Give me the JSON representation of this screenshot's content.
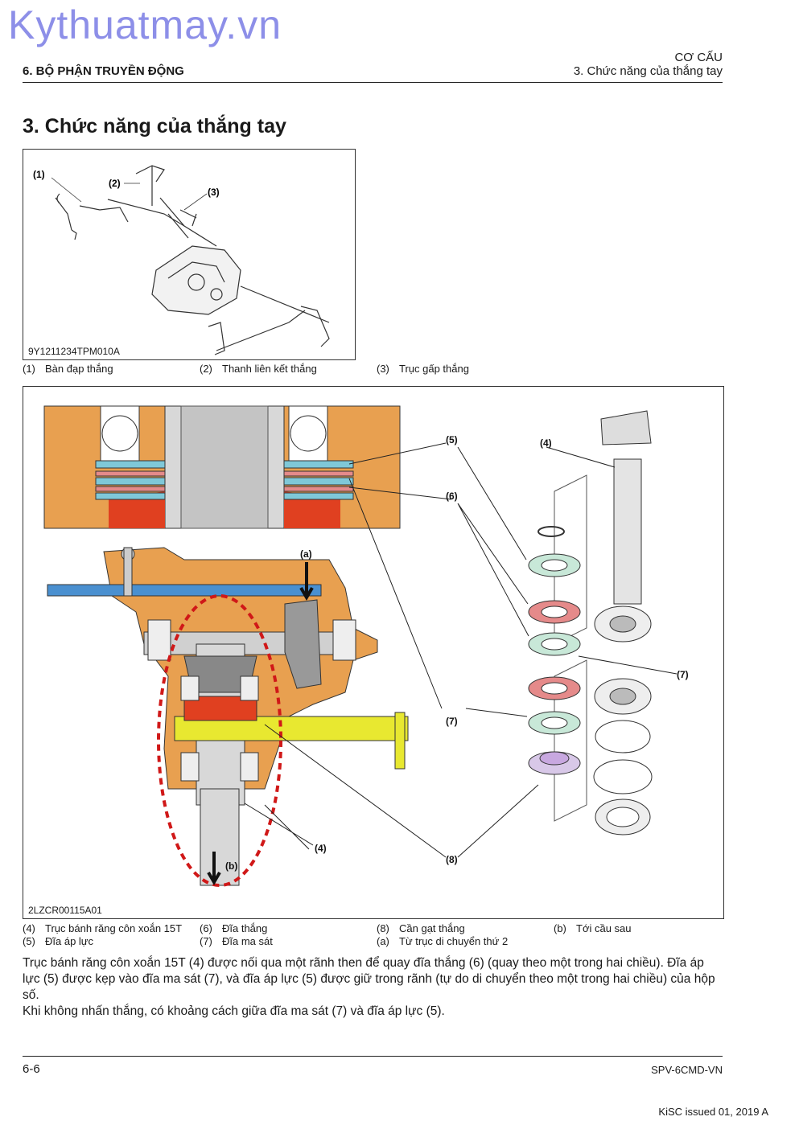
{
  "watermark": "Kythuatmay.vn",
  "header": {
    "section": "6. BỘ PHẬN TRUYỀN ĐỘNG",
    "chapter": "CƠ CẤU",
    "subsection": "3. Chức năng của thắng tay"
  },
  "title": "3. Chức năng của thắng tay",
  "figure1": {
    "code": "9Y1211234TPM010A",
    "callouts": [
      "(1)",
      "(2)",
      "(3)"
    ],
    "captions": [
      {
        "num": "(1)",
        "text": "Bàn đạp thắng"
      },
      {
        "num": "(2)",
        "text": "Thanh liên kết thắng"
      },
      {
        "num": "(3)",
        "text": "Trục gấp thắng"
      }
    ]
  },
  "figure2": {
    "code": "2LZCR00115A01",
    "callouts": {
      "c5": "(5)",
      "c6": "(6)",
      "c7a": "(7)",
      "c7b": "(7)",
      "c4a": "(4)",
      "c4b": "(4)",
      "c8": "(8)",
      "ca": "(a)",
      "cb": "(b)"
    },
    "captions": [
      {
        "num": "(4)",
        "text": "Trục bánh răng côn xoắn 15T"
      },
      {
        "num": "(5)",
        "text": "Đĩa áp lực"
      },
      {
        "num": "(6)",
        "text": "Đĩa thắng"
      },
      {
        "num": "(7)",
        "text": "Đĩa ma sát"
      },
      {
        "num": "(8)",
        "text": "Cần gạt thắng"
      },
      {
        "num": "(a)",
        "text": "Từ trục di chuyển thứ 2"
      },
      {
        "num": "(b)",
        "text": "Tới cầu sau"
      }
    ]
  },
  "paragraphs": [
    "Trục bánh răng côn xoắn 15T (4) được nối qua một rãnh then để quay đĩa thắng (6) (quay theo một trong hai chiều). Đĩa áp lực (5) được kẹp vào đĩa ma sát (7), và đĩa áp lực (5) được giữ trong rãnh (tự do di chuyển theo một trong hai chiều) của hộp số.",
    "Khi không nhấn thắng, có khoảng cách giữa đĩa ma sát (7) và đĩa áp lực (5)."
  ],
  "footer": {
    "page": "6-6",
    "doc_code": "SPV-6CMD-VN",
    "issued": "KiSC issued 01, 2019 A"
  },
  "colors": {
    "housing_orange": "#e8a050",
    "pressure_plate": "#7fc8d8",
    "brake_disc": "#e58a8a",
    "friction_disc": "#c8e8d8",
    "shaft_blue": "#4a90d0",
    "lever_yellow": "#e8e830",
    "highlight_red": "#d01818",
    "watermark": "#8d8fe8"
  }
}
